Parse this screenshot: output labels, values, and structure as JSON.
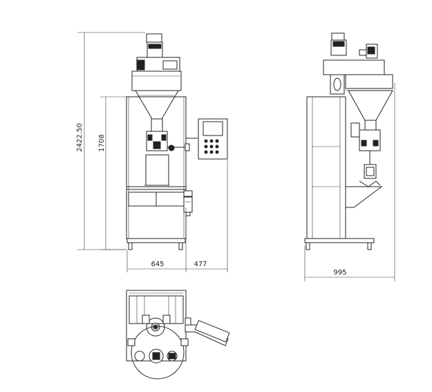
{
  "dimensions": {
    "overall_height": "2422.50",
    "frame_height": "1708",
    "base_width": "645",
    "panel_offset": "477",
    "side_depth": "995"
  },
  "colors": {
    "line": "#222222",
    "background": "#ffffff",
    "fill_dark": "#222222"
  }
}
